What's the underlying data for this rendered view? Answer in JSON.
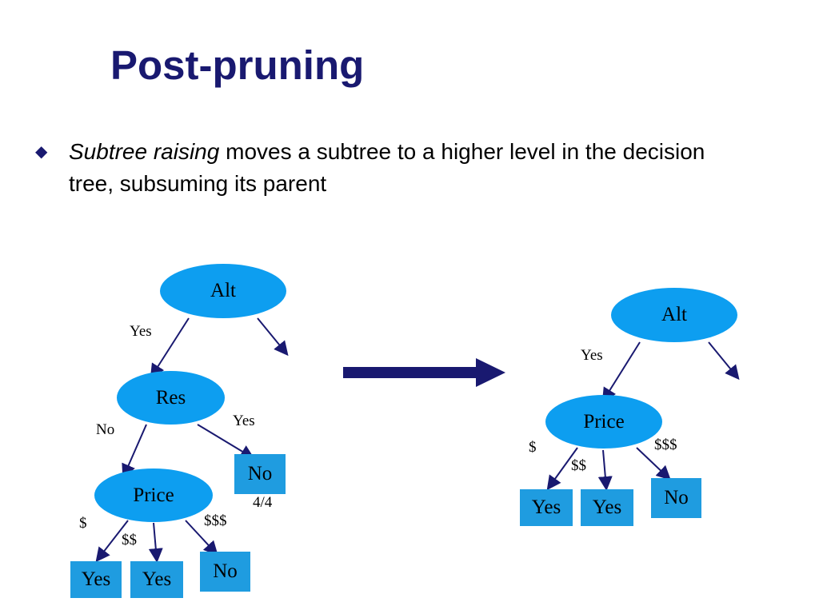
{
  "slide": {
    "title": "Post-pruning",
    "bullet": {
      "marker": "diamond-bullet",
      "emphasis": "Subtree raising",
      "rest": " moves a subtree to a higher level in the decision tree, subsuming its parent"
    }
  },
  "colors": {
    "title": "#191970",
    "ellipse_fill": "#0d9ef0",
    "box_fill": "#1f9ce0",
    "arrow": "#191970",
    "line": "#191970",
    "text": "#000000"
  },
  "diagram": {
    "transition_arrow": "big-right-arrow",
    "left_tree": {
      "nodes": [
        {
          "id": "alt",
          "label": "Alt",
          "shape": "ellipse"
        },
        {
          "id": "res",
          "label": "Res",
          "shape": "ellipse"
        },
        {
          "id": "price",
          "label": "Price",
          "shape": "ellipse"
        },
        {
          "id": "no_res",
          "label": "No",
          "shape": "box"
        },
        {
          "id": "yes1",
          "label": "Yes",
          "shape": "box"
        },
        {
          "id": "yes2",
          "label": "Yes",
          "shape": "box"
        },
        {
          "id": "no_price",
          "label": "No",
          "shape": "box"
        }
      ],
      "edge_labels": [
        {
          "id": "alt_yes",
          "label": "Yes"
        },
        {
          "id": "res_no",
          "label": "No"
        },
        {
          "id": "res_yes",
          "label": "Yes"
        },
        {
          "id": "price_1",
          "label": "$"
        },
        {
          "id": "price_2",
          "label": "$$"
        },
        {
          "id": "price_3",
          "label": "$$$"
        }
      ],
      "annotations": [
        {
          "id": "no_res_count",
          "label": "4/4"
        }
      ]
    },
    "right_tree": {
      "nodes": [
        {
          "id": "alt",
          "label": "Alt",
          "shape": "ellipse"
        },
        {
          "id": "price",
          "label": "Price",
          "shape": "ellipse"
        },
        {
          "id": "yes1",
          "label": "Yes",
          "shape": "box"
        },
        {
          "id": "yes2",
          "label": "Yes",
          "shape": "box"
        },
        {
          "id": "no",
          "label": "No",
          "shape": "box"
        }
      ],
      "edge_labels": [
        {
          "id": "alt_yes",
          "label": "Yes"
        },
        {
          "id": "price_1",
          "label": "$"
        },
        {
          "id": "price_2",
          "label": "$$"
        },
        {
          "id": "price_3",
          "label": "$$$"
        }
      ]
    }
  }
}
